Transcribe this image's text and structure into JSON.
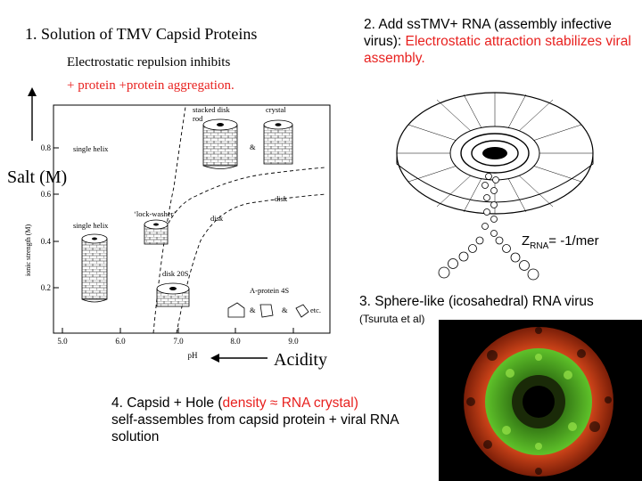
{
  "section1": {
    "title": "1. Solution of TMV Capsid Proteins",
    "line1": "Electrostatic repulsion inhibits",
    "line2": "+ protein +protein aggregation."
  },
  "section2": {
    "prefix": "2. Add ssTMV+ RNA (assembly infective virus): ",
    "highlight": "Electrostatic attraction stabilizes viral assembly."
  },
  "charge_label": {
    "z": "Z",
    "sub": "RNA",
    "value": "= -1/mer"
  },
  "section3": {
    "title": "3. Sphere-like (icosahedral) RNA virus",
    "credit": "(Tsuruta et al)"
  },
  "section4": {
    "prefix": "4. Capsid + Hole (",
    "highlight": "density ≈ RNA crystal)",
    "rest": "self-assembles from capsid protein + viral RNA solution"
  },
  "axis_annotations": {
    "salt": "Salt (M)",
    "acidity": "Acidity"
  },
  "phase_diagram": {
    "xlabel": "pH",
    "ylabel": "ionic strength (M)",
    "x_ticks": [
      "5.0",
      "6.0",
      "7.0",
      "8.0",
      "9.0"
    ],
    "y_ticks": [
      "0.2",
      "0.4",
      "0.6",
      "0.8"
    ],
    "regions": {
      "single_helix_top": "single helix",
      "single_helix_mid": "single helix",
      "stacked_disk_line1": "stacked disk",
      "stacked_disk_line2": "rod",
      "crystal": "crystal",
      "amp1": "&",
      "lock_washer": "‘lock-washer’",
      "disk_center": "disk",
      "disk_right": "disk",
      "disk_20s": "disk 20S",
      "a_protein": "A-protein 4S",
      "amp2": "&",
      "amp3": "&",
      "etc": "etc."
    }
  },
  "colors": {
    "accent_red": "#e8211f",
    "micrograph_outer": "#d2461a",
    "micrograph_inner": "#5fc22a"
  }
}
